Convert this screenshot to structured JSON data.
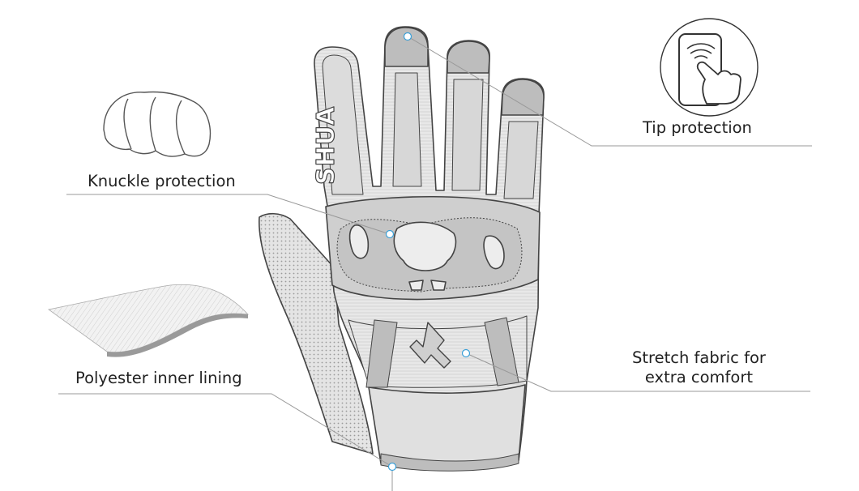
{
  "brand_mark": "SHUA",
  "labels": {
    "knuckle": "Knuckle protection",
    "polyester": "Polyester inner lining",
    "tip": "Tip protection",
    "stretch_line1": "Stretch fabric for",
    "stretch_line2": "extra comfort"
  },
  "colors": {
    "line": "#999999",
    "outline": "#444444",
    "fill_light": "#e9e9e9",
    "fill_mid": "#d3d3d3",
    "fill_dark": "#bdbdbd",
    "marker": "#3aa0d8"
  },
  "icons": {
    "knuckle": "fist-icon",
    "polyester": "fabric-layer-icon",
    "tip": "touchscreen-phone-icon"
  }
}
